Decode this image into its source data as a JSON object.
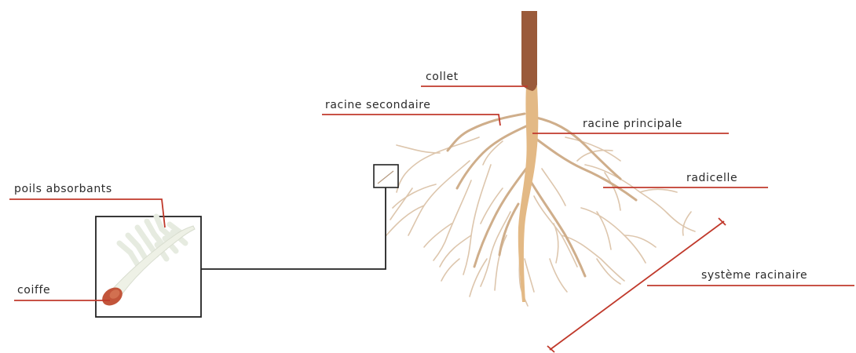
{
  "labels": {
    "collet": "collet",
    "racine_secondaire": "racine secondaire",
    "racine_principale": "racine principale",
    "radicelle": "radicelle",
    "poils_absorbants": "poils absorbants",
    "coiffe": "coiffe",
    "systeme_racinaire": "système racinaire"
  },
  "colors": {
    "leader_line": "#c0392b",
    "stem": "#9a5a3a",
    "main_root": "#e3b985",
    "secondary_root": "#cfae8b",
    "fine_root": "#ddc6ad",
    "root_cap": "#c2553a",
    "frame": "#222222"
  }
}
